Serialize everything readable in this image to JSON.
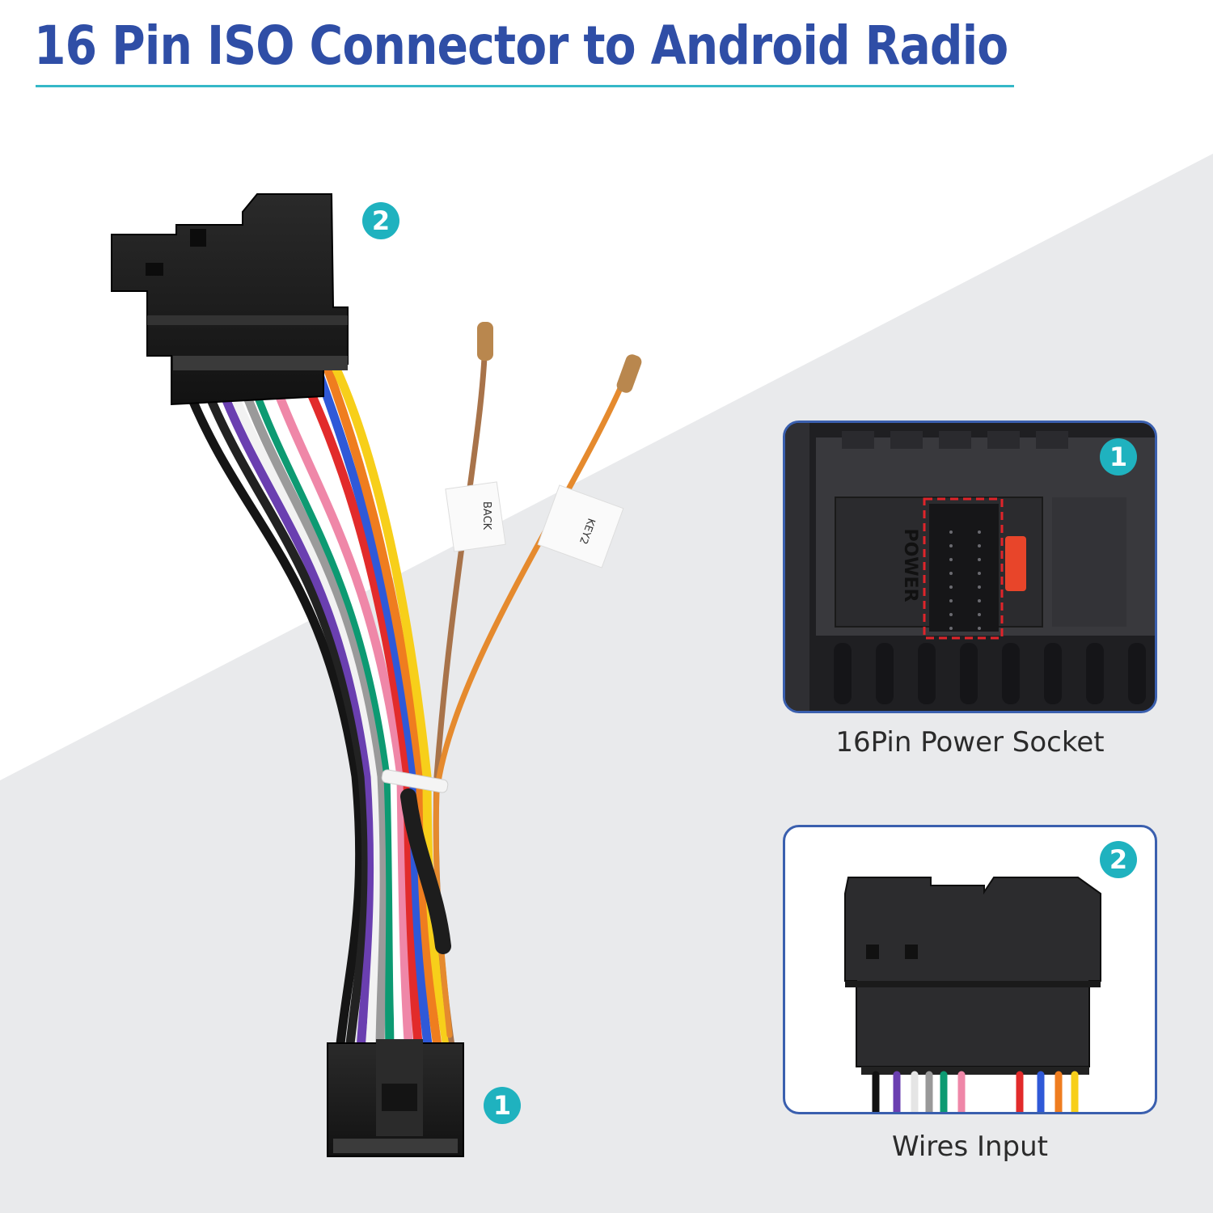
{
  "page": {
    "title": "16 Pin ISO Connector to Android Radio",
    "title_color": "#2f4ea6",
    "accent_color": "#35b8c8",
    "badge_color": "#1fb2bf",
    "panel_border_color": "#3a5fae"
  },
  "product_photo": {
    "connector_top_badge": "2",
    "connector_bottom_badge": "1",
    "tag_back_label": "BACK",
    "tag_key_label": "KEY2"
  },
  "panels": [
    {
      "badge": "1",
      "caption": "16Pin Power Socket",
      "socket_label": "POWER"
    },
    {
      "badge": "2",
      "caption": "Wires Input"
    }
  ]
}
